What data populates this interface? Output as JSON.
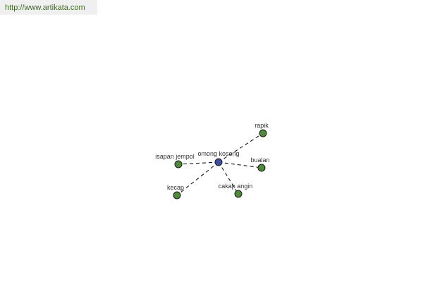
{
  "header": {
    "url": "http://www.artikata.com"
  },
  "graph": {
    "center": {
      "label": "omong kosong",
      "color": "#3f4fa0"
    },
    "leaves": [
      {
        "id": "rapik",
        "label": "rapik"
      },
      {
        "id": "isapan-jempol",
        "label": "isapan jempol"
      },
      {
        "id": "bualan",
        "label": "bualan"
      },
      {
        "id": "kecap",
        "label": "kecap"
      },
      {
        "id": "cakap-angin",
        "label": "cakap angin"
      }
    ],
    "leaf_color": "#4e8a3a",
    "node_outline": "#1a1a1a"
  }
}
